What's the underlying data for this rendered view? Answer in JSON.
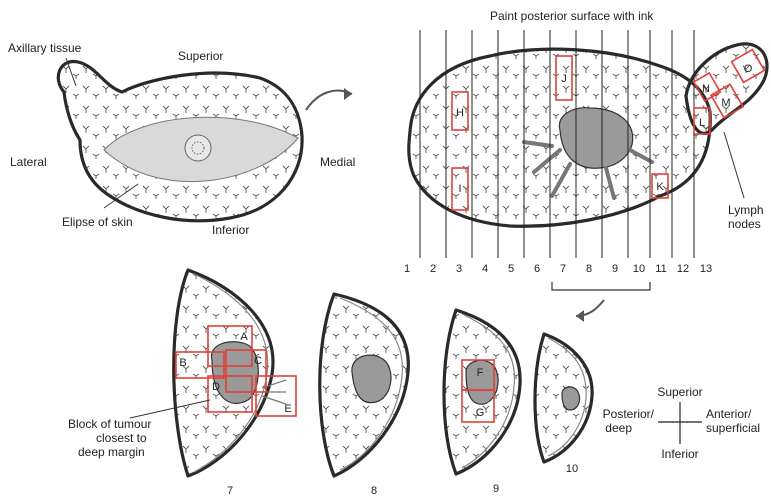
{
  "labels": {
    "axillary_tissue": "Axillary tissue",
    "superior": "Superior",
    "lateral": "Lateral",
    "medial": "Medial",
    "ellipse_of_skin": "Elipse of skin",
    "inferior": "Inferior",
    "paint_instruction": "Paint posterior surface with ink",
    "lymph_nodes_line1": "Lymph",
    "lymph_nodes_line2": "nodes",
    "block_line1": "Block of tumour",
    "block_line2": "closest to",
    "block_line3": "deep margin"
  },
  "slice_numbers": [
    "1",
    "2",
    "3",
    "4",
    "5",
    "6",
    "7",
    "8",
    "9",
    "10",
    "11",
    "12",
    "13"
  ],
  "block_letters": {
    "H": "H",
    "I": "I",
    "J": "J",
    "K": "K",
    "L": "L",
    "M": "M",
    "N": "N",
    "O": "O",
    "A": "A",
    "B": "B",
    "C": "C",
    "D": "D",
    "E": "E",
    "F": "F",
    "G": "G"
  },
  "cross_sections": [
    "7",
    "8",
    "9",
    "10"
  ],
  "orientation": {
    "superior": "Superior",
    "inferior": "Inferior",
    "posterior_line1": "Posterior/",
    "posterior_line2": "deep",
    "anterior_line1": "Anterior/",
    "anterior_line2": "superficial"
  },
  "colors": {
    "block_outline": "#e0413a",
    "ink": "#2a2a2a",
    "tumour": "#9a9a9a"
  }
}
